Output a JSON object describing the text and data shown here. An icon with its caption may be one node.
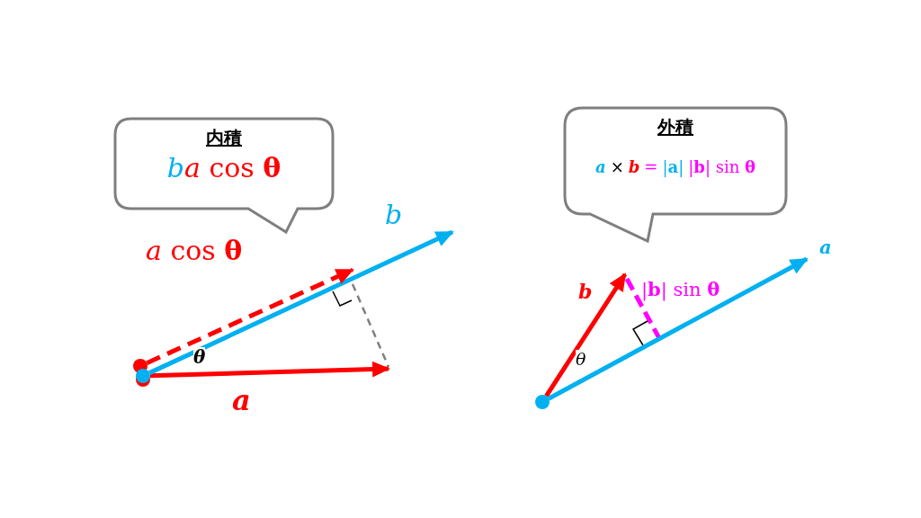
{
  "diagram": {
    "nodes": [
      {
        "text": [
          "内積",
          "b",
          "*a* cos **θ**"
        ]
      },
      {
        "text": [
          "外積",
          "a",
          "×",
          "b",
          "=",
          "|**a**|",
          "|**b**| sin **θ**"
        ]
      },
      {
        "text": [],
        "shape": "circle"
      },
      {
        "text": [],
        "shape": "circle"
      },
      {
        "text": [],
        "shape": "circle"
      }
    ],
    "edges": [
      {
        "from": 3,
        "to": null,
        "arrow": "to",
        "label": "a"
      },
      {
        "from": 3,
        "to": null,
        "arrow": "to",
        "label": "b",
        "color": "#00b0f0"
      },
      {
        "from": 2,
        "to": null,
        "arrow": "to",
        "label": "*a* cos **θ**",
        "style": "dashed"
      },
      {
        "from": 4,
        "to": null,
        "arrow": "to",
        "label": "b"
      },
      {
        "from": 4,
        "to": null,
        "arrow": "to",
        "label": "a",
        "color": "#00b0f0"
      }
    ],
    "labels": [
      "θ",
      "θ",
      "|**b**| sin **θ**"
    ]
  }
}
